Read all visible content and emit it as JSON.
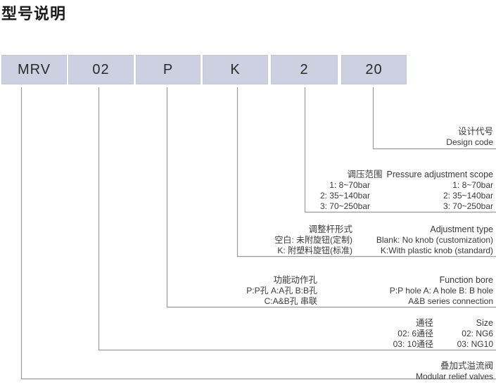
{
  "title": "型号说明",
  "model_boxes": [
    {
      "name": "series",
      "value": "MRV"
    },
    {
      "name": "size",
      "value": "02"
    },
    {
      "name": "function-bore",
      "value": "P"
    },
    {
      "name": "adjustment-type",
      "value": "K"
    },
    {
      "name": "pressure-scope",
      "value": "2"
    },
    {
      "name": "design-code",
      "value": "20"
    }
  ],
  "annotations": {
    "design_code": {
      "heading_cn": "设计代号",
      "heading_en": "Design code"
    },
    "pressure_scope": {
      "heading_cn": "调压范围",
      "heading_en": "Pressure adjustment scope",
      "rows": [
        {
          "cn": "1: 8~70bar",
          "en": "1: 8~70bar"
        },
        {
          "cn": "2: 35~140bar",
          "en": "2: 35~140bar"
        },
        {
          "cn": "3: 70~250bar",
          "en": "3: 70~250bar"
        }
      ]
    },
    "adjustment_type": {
      "heading_cn": "调整杆形式",
      "heading_en": "Adjustment type",
      "rows": [
        {
          "cn": "空白: 未附旋钮(定制)",
          "en": "Blank: No knob (customization)"
        },
        {
          "cn": "K: 附塑料旋钮(标准)",
          "en": "K:With plastic knob (standard)"
        }
      ]
    },
    "function_bore": {
      "heading_cn": "功能动作孔",
      "heading_en": "Function bore",
      "rows": [
        {
          "cn": "P:P孔  A:A孔  B:B孔",
          "en": "P:P hole   A: A hole   B: B hole"
        },
        {
          "cn": "C:A&B孔 串联",
          "en": "A&B series connection"
        }
      ]
    },
    "size": {
      "heading_cn": "通径",
      "heading_en": "Size",
      "rows": [
        {
          "cn": "02: 6通径",
          "en": "02: NG6"
        },
        {
          "cn": "03: 10通径",
          "en": "03: NG10"
        }
      ]
    },
    "series": {
      "heading_cn": "叠加式溢流阀",
      "heading_en": "Modular relief valves"
    }
  },
  "colors": {
    "box_fill": "#ccd0e0",
    "line": "#9a9a9a",
    "text": "#3a3a3a",
    "title": "#1a1a1a"
  }
}
